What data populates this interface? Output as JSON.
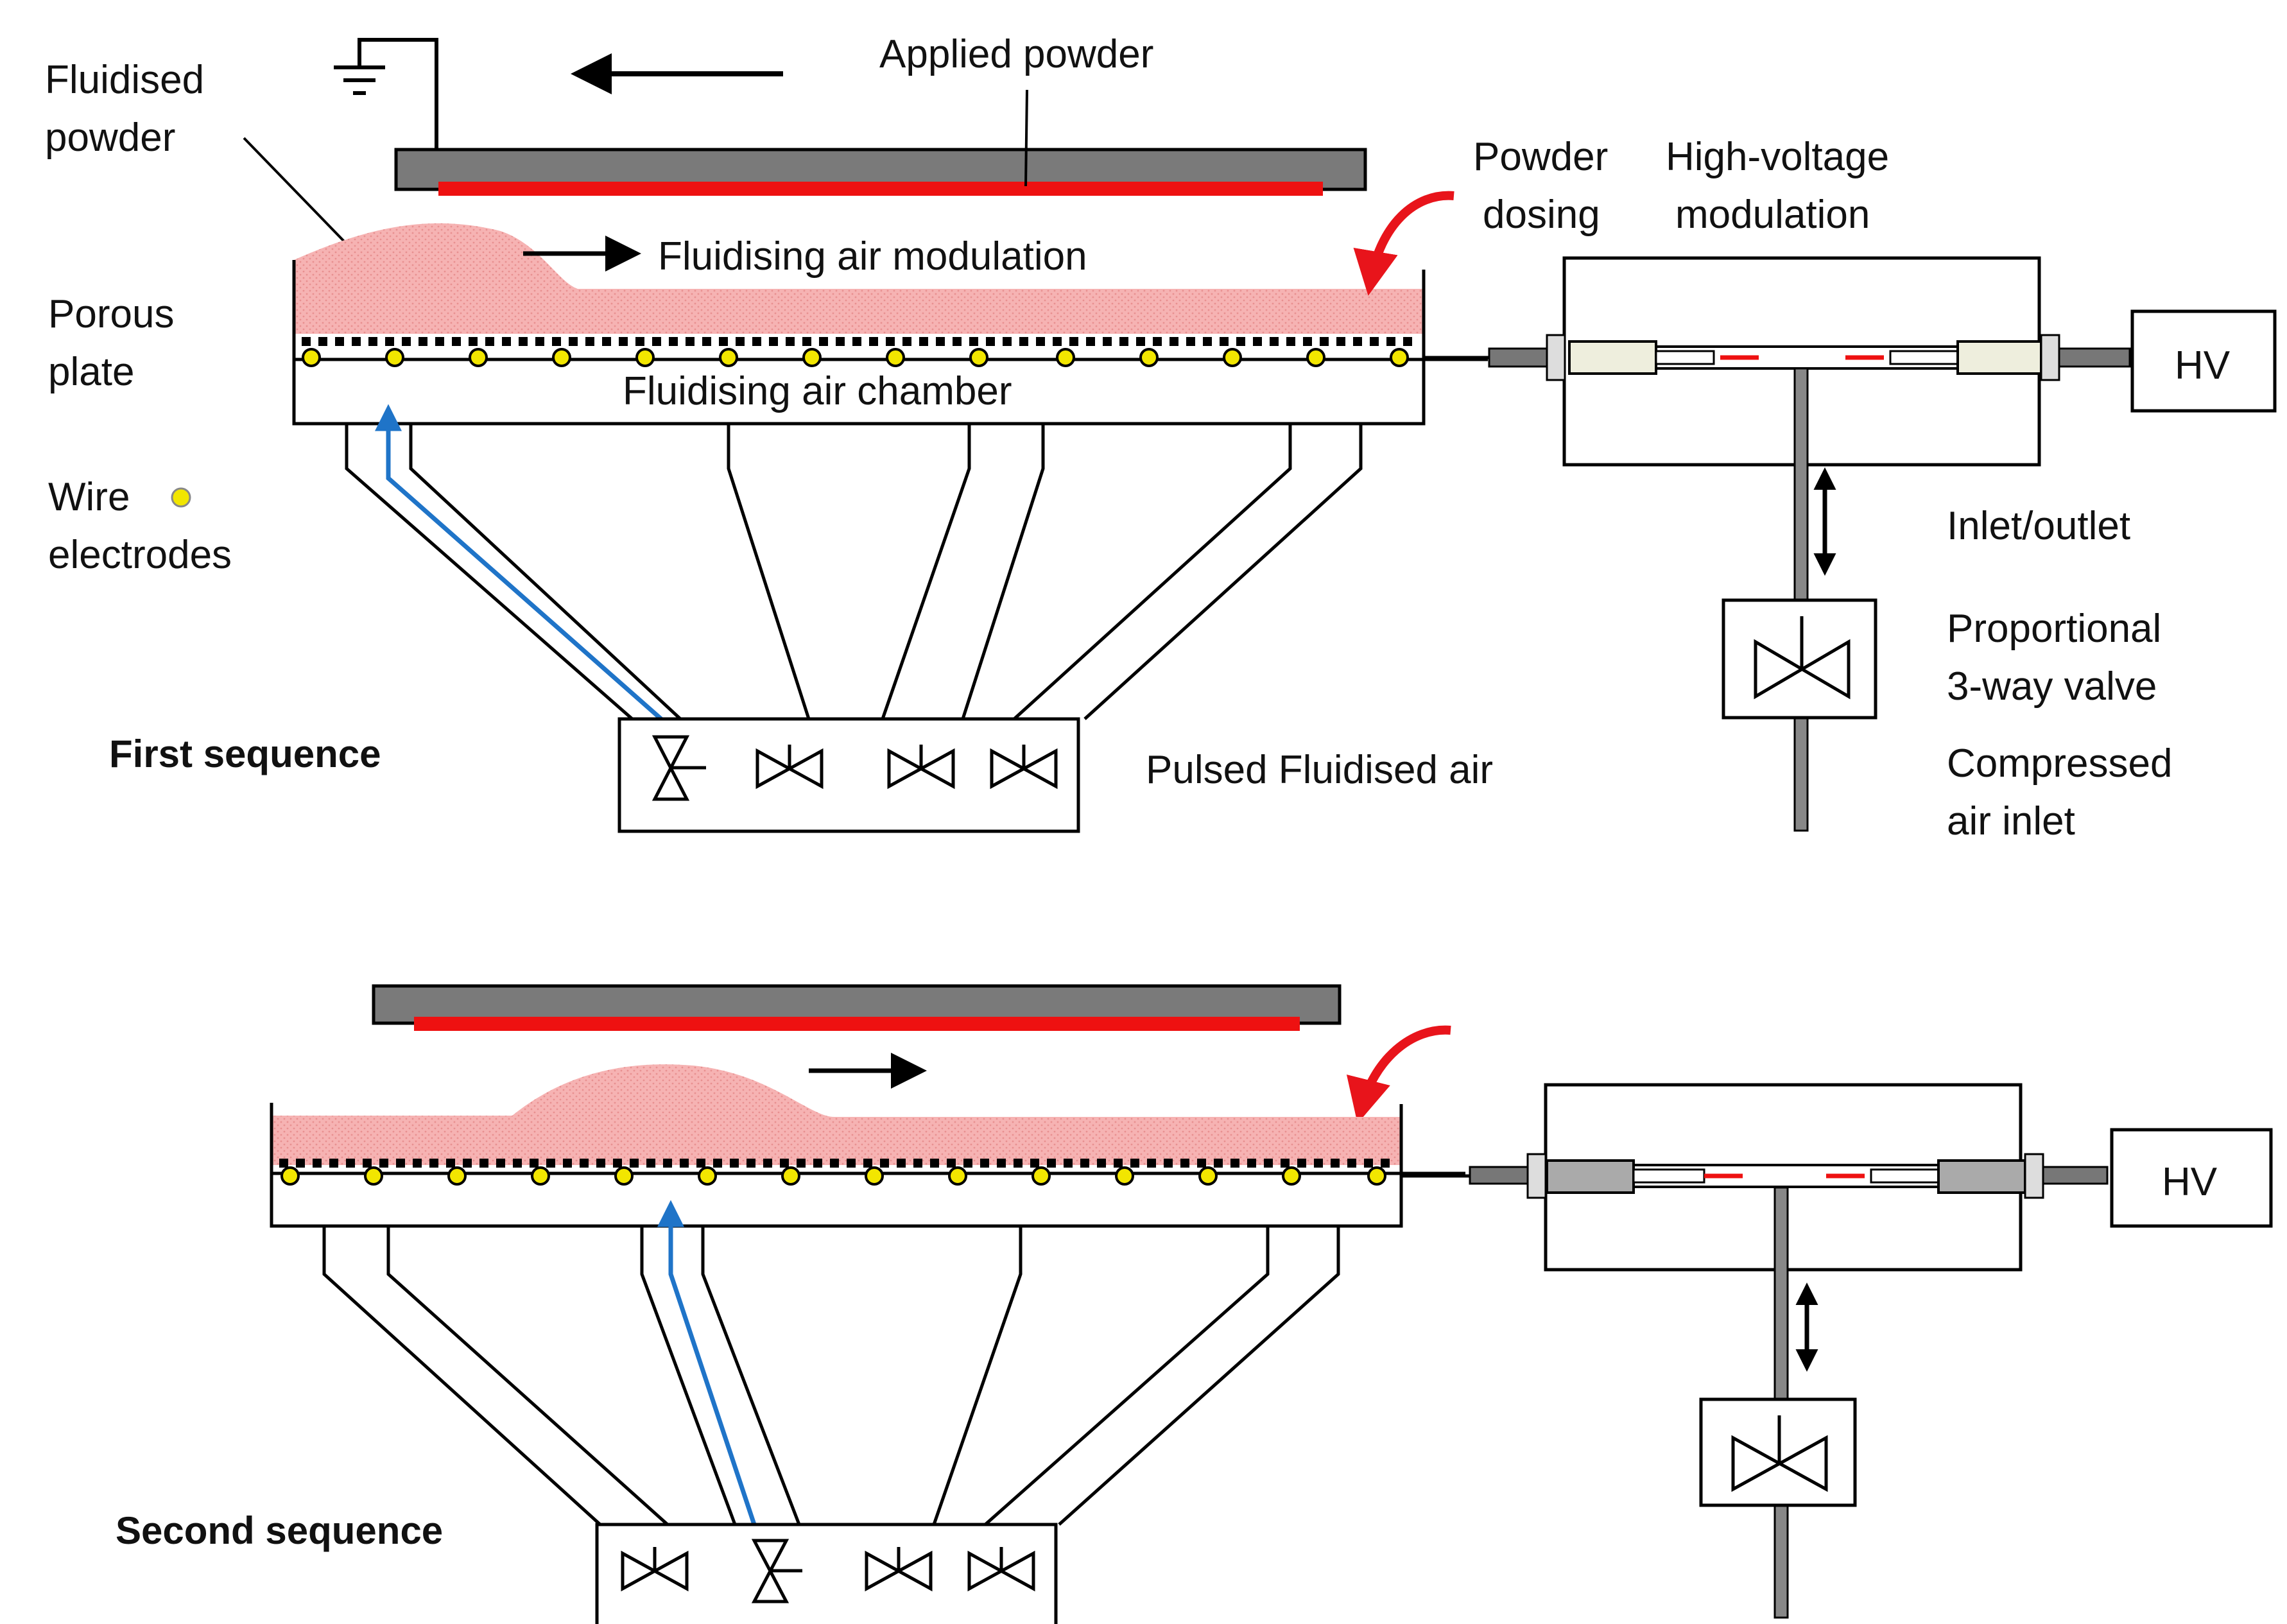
{
  "labels": {
    "fluidised_powder_1": "Fluidised",
    "fluidised_powder_2": "powder",
    "applied_powder": "Applied powder",
    "fluidising_air_modulation": "Fluidising air modulation",
    "powder_dosing_1": "Powder",
    "powder_dosing_2": "dosing",
    "high_voltage_1": "High-voltage",
    "high_voltage_2": "modulation",
    "porous_plate_1": "Porous",
    "porous_plate_2": "plate",
    "fluidising_air_chamber": "Fluidising air chamber",
    "wire_electrodes_1": "Wire",
    "wire_electrodes_2": "electrodes",
    "inlet_outlet": "Inlet/outlet",
    "proportional_valve_1": "Proportional",
    "proportional_valve_2": "3-way valve",
    "first_sequence": "First sequence",
    "pulsed_fluidised_air": "Pulsed Fluidised air",
    "compressed_air_1": "Compressed",
    "compressed_air_2": "air inlet",
    "second_sequence": "Second sequence",
    "hv_top": "HV",
    "hv_bottom": "HV"
  },
  "colors": {
    "powder": "#f4a6a6",
    "substrate": "#7a7a7a",
    "coating": "#ee1111",
    "electrode": "#f2e600",
    "air_arrow": "#1f74c8",
    "dosing_arrow": "#e8141b",
    "ink": "#000000"
  },
  "icons": [
    "ground-icon",
    "valve-icon",
    "open-valve-icon",
    "arrow-icon"
  ]
}
